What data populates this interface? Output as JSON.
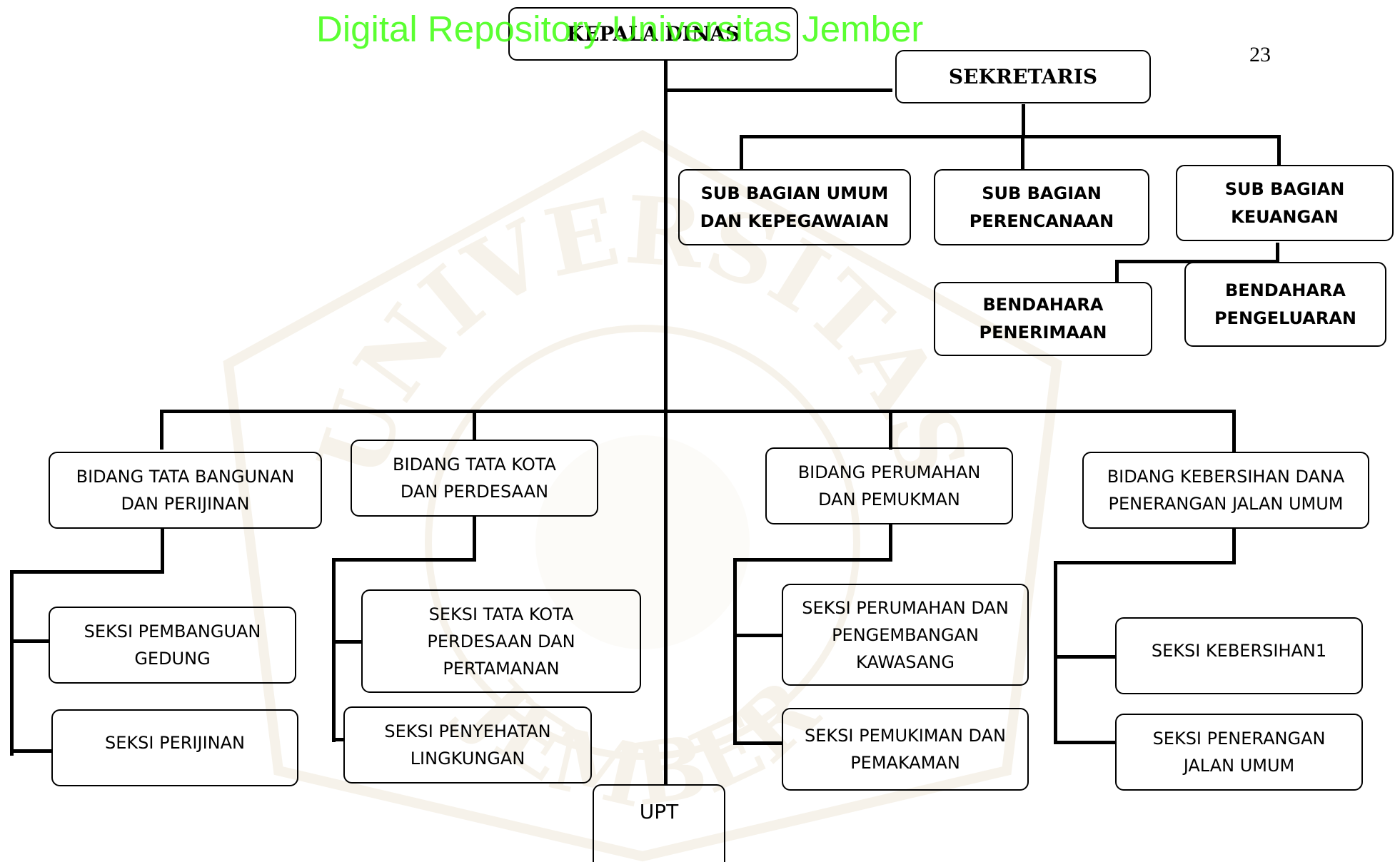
{
  "header": {
    "watermark": "Digital Repository Universitas Jember",
    "page_number": "23"
  },
  "seal": {
    "text_top": "UNIVERSITAS",
    "text_bottom": "JEMBER"
  },
  "chart": {
    "head": "KEPALA DINAS",
    "secretary": "SEKRETARIS",
    "sub_sections": [
      "SUB BAGIAN UMUM\nDAN KEPEGAWAIAN",
      "SUB BAGIAN\nPERENCANAAN",
      "SUB BAGIAN\nKEUANGAN"
    ],
    "treasurers": [
      "BENDAHARA\nPENERIMAAN",
      "BENDAHARA\nPENGELUARAN"
    ],
    "fields": [
      {
        "name": "BIDANG TATA BANGUNAN\nDAN PERIJINAN",
        "sections": [
          "SEKSI PEMBANGUAN\nGEDUNG",
          "SEKSI PERIJINAN"
        ]
      },
      {
        "name": "BIDANG TATA KOTA\nDAN  PERDESAAN",
        "sections": [
          "SEKSI TATA KOTA\nPERDESAAN DAN\nPERTAMANAN",
          "SEKSI PENYEHATAN\nLINGKUNGAN"
        ]
      },
      {
        "name": "BIDANG PERUMAHAN\nDAN PEMUKMAN",
        "sections": [
          "SEKSI PERUMAHAN DAN\nPENGEMBANGAN\nKAWASANG",
          "SEKSI PEMUKIMAN DAN\nPEMAKAMAN"
        ]
      },
      {
        "name": "BIDANG KEBERSIHAN DANA\nPENERANGAN JALAN UMUM",
        "sections": [
          "SEKSI KEBERSIHAN1",
          "SEKSI PENERANGAN\nJALAN UMUM"
        ]
      }
    ],
    "unit": "UPT"
  }
}
